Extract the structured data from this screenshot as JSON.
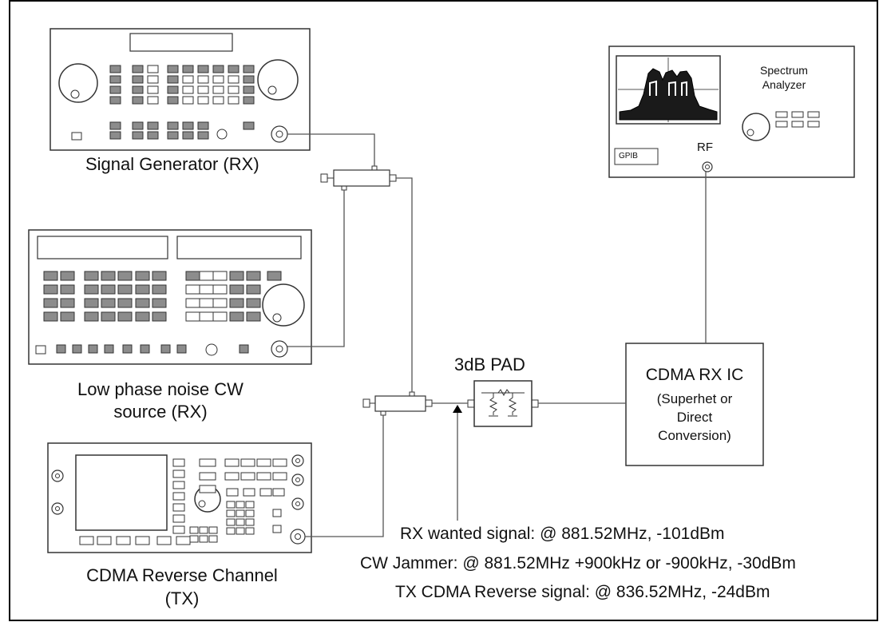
{
  "instruments": {
    "signal_generator": {
      "label": "Signal Generator (RX)"
    },
    "cw_source": {
      "label_line1": "Low phase noise CW",
      "label_line2": "source (RX)"
    },
    "cdma_reverse": {
      "label_line1": "CDMA Reverse Channel",
      "label_line2": "(TX)"
    },
    "spectrum_analyzer": {
      "title_line1": "Spectrum",
      "title_line2": "Analyzer",
      "gpib_label": "GPIB",
      "rf_label": "RF"
    }
  },
  "pad": {
    "label": "3dB PAD"
  },
  "receiver": {
    "title": "CDMA RX IC",
    "line1": "(Superhet or",
    "line2": "Direct",
    "line3": "Conversion)"
  },
  "signals": [
    "RX wanted signal: @ 881.52MHz, -101dBm",
    "CW Jammer: @ 881.52MHz +900kHz or -900kHz, -30dBm",
    "TX CDMA Reverse signal: @ 836.52MHz, -24dBm"
  ],
  "colors": {
    "line": "#333333",
    "key_dark": "#8c8c8c",
    "key_light": "#ffffff",
    "background": "#ffffff"
  }
}
